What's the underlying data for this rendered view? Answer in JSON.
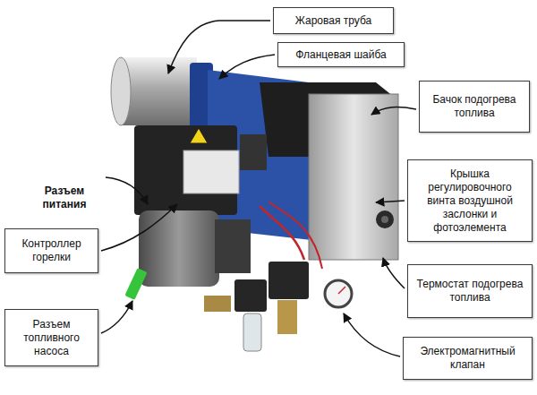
{
  "diagram": {
    "nodes": [
      {
        "text": [
          "Жаровая труба"
        ]
      },
      {
        "text": [
          "Фланцевая шайба"
        ]
      },
      {
        "text": [
          "Бачок подогрева топлива"
        ]
      },
      {
        "text": [
          "Крышка регулировочного винта воздушной заслонки и фотоэлемента"
        ]
      },
      {
        "text": [
          "Контроллер горелки"
        ]
      },
      {
        "text": [
          "Термостат подогрева топлива"
        ]
      },
      {
        "text": [
          "Разъем топливного насоса"
        ]
      },
      {
        "text": [
          "Электромагнитный клапан"
        ]
      }
    ],
    "labels": [
      "Разъем питания"
    ]
  }
}
